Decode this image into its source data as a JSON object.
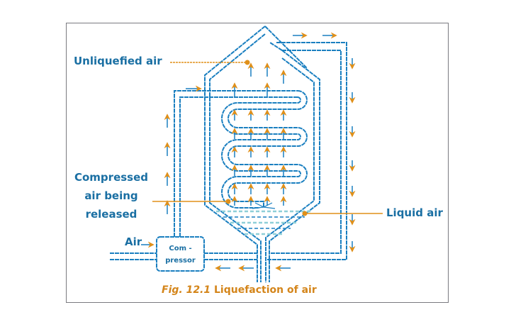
{
  "figure": {
    "caption_number": "Fig. 12.1",
    "caption_text": "Liquefaction of air"
  },
  "labels": {
    "unliquefied_air": "Unliquefied air",
    "compressed_air_line1": "Compressed",
    "compressed_air_line2": "air being",
    "compressed_air_line3": "released",
    "liquid_air": "Liquid air",
    "air_input": "Air",
    "compressor_line1": "Com -",
    "compressor_line2": "pressor"
  },
  "colors": {
    "pipe": "#1a7fc0",
    "arrow": "#e0901a",
    "label_text": "#1a6fa3",
    "caption": "#d4851a",
    "liquid": "#8fcfd8"
  }
}
